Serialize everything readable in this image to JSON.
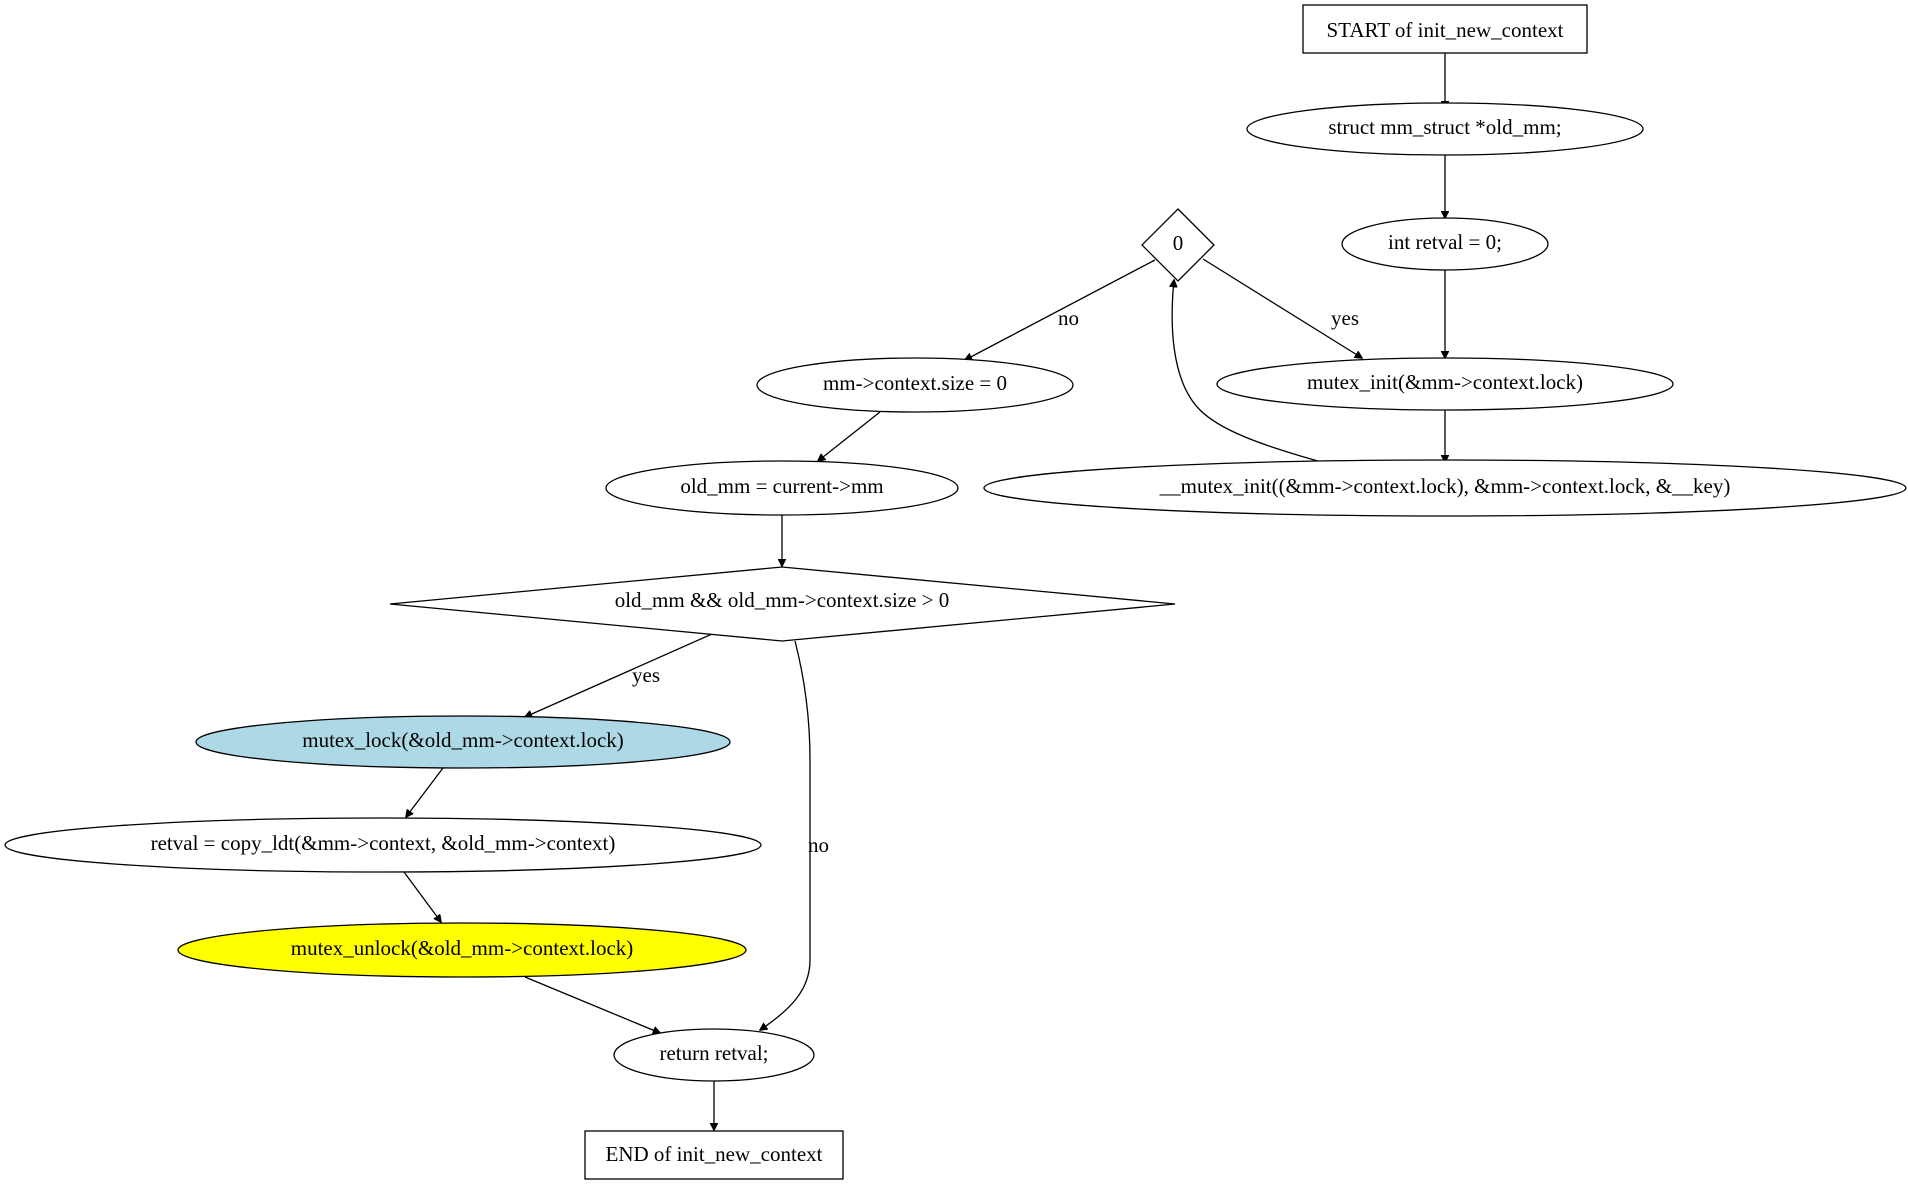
{
  "colors": {
    "default_fill": "#ffffff",
    "stroke": "#000000",
    "lock_fill": "#add8e6",
    "unlock_fill": "#ffff00"
  },
  "nodes": {
    "start": {
      "label": "START of init_new_context",
      "shape": "box"
    },
    "decl_old_mm": {
      "label": "struct mm_struct *old_mm;",
      "shape": "ellipse"
    },
    "decl_retval": {
      "label": "int retval = 0;",
      "shape": "ellipse"
    },
    "cond_zero": {
      "label": "0",
      "shape": "diamond"
    },
    "mutex_init": {
      "label": "mutex_init(&mm->context.lock)",
      "shape": "ellipse"
    },
    "mutex_init_key": {
      "label": "__mutex_init((&mm->context.lock), &mm->context.lock, &__key)",
      "shape": "ellipse"
    },
    "ctx_size_zero": {
      "label": "mm->context.size = 0",
      "shape": "ellipse"
    },
    "old_mm_assign": {
      "label": "old_mm = current->mm",
      "shape": "ellipse"
    },
    "cond_old_mm": {
      "label": "old_mm && old_mm->context.size > 0",
      "shape": "diamond"
    },
    "mutex_lock": {
      "label": "mutex_lock(&old_mm->context.lock)",
      "shape": "ellipse",
      "fill": "#add8e6"
    },
    "copy_ldt": {
      "label": "retval = copy_ldt(&mm->context, &old_mm->context)",
      "shape": "ellipse"
    },
    "mutex_unlock": {
      "label": "mutex_unlock(&old_mm->context.lock)",
      "shape": "ellipse",
      "fill": "#ffff00"
    },
    "return_retval": {
      "label": "return retval;",
      "shape": "ellipse"
    },
    "end": {
      "label": "END of init_new_context",
      "shape": "box"
    }
  },
  "edges": [
    {
      "from": "start",
      "to": "decl_old_mm",
      "label": ""
    },
    {
      "from": "decl_old_mm",
      "to": "decl_retval",
      "label": ""
    },
    {
      "from": "decl_retval",
      "to": "mutex_init",
      "label": ""
    },
    {
      "from": "mutex_init",
      "to": "mutex_init_key",
      "label": ""
    },
    {
      "from": "mutex_init_key",
      "to": "cond_zero",
      "label": ""
    },
    {
      "from": "cond_zero",
      "to": "mutex_init",
      "label": "yes"
    },
    {
      "from": "cond_zero",
      "to": "ctx_size_zero",
      "label": "no"
    },
    {
      "from": "ctx_size_zero",
      "to": "old_mm_assign",
      "label": ""
    },
    {
      "from": "old_mm_assign",
      "to": "cond_old_mm",
      "label": ""
    },
    {
      "from": "cond_old_mm",
      "to": "mutex_lock",
      "label": "yes"
    },
    {
      "from": "cond_old_mm",
      "to": "return_retval",
      "label": "no"
    },
    {
      "from": "mutex_lock",
      "to": "copy_ldt",
      "label": ""
    },
    {
      "from": "copy_ldt",
      "to": "mutex_unlock",
      "label": ""
    },
    {
      "from": "mutex_unlock",
      "to": "return_retval",
      "label": ""
    },
    {
      "from": "return_retval",
      "to": "end",
      "label": ""
    }
  ]
}
